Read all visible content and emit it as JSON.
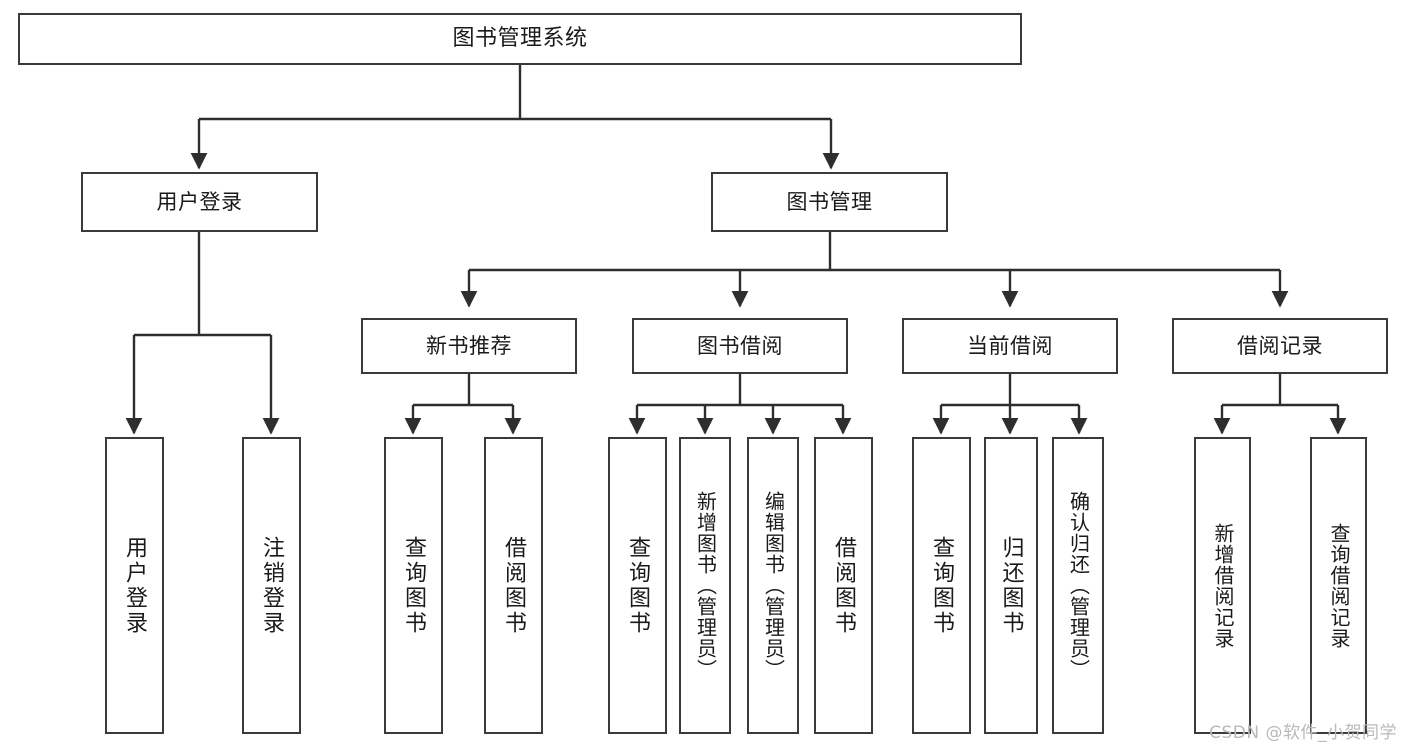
{
  "diagram": {
    "type": "tree",
    "title": "图书管理系统",
    "orientation": "top-down",
    "colors": {
      "box_border": "#3a3a3a",
      "box_fill": "#ffffff",
      "connector": "#2e2e2e",
      "text": "#1a1a1a",
      "watermark": "#b9b9b9"
    }
  },
  "nodes": {
    "root": {
      "label": "图书管理系统"
    },
    "level2": [
      {
        "label": "用户登录"
      },
      {
        "label": "图书管理"
      }
    ],
    "level3": [
      {
        "label": "新书推荐"
      },
      {
        "label": "图书借阅"
      },
      {
        "label": "当前借阅"
      },
      {
        "label": "借阅记录"
      }
    ],
    "leaves": {
      "user_login": [
        {
          "label": "用户登录"
        },
        {
          "label": "注销登录"
        }
      ],
      "new_book": [
        {
          "label": "查询图书"
        },
        {
          "label": "借阅图书"
        }
      ],
      "book_borrow": [
        {
          "label": "查询图书"
        },
        {
          "label": "新增图书（管理员）"
        },
        {
          "label": "编辑图书（管理员）"
        },
        {
          "label": "借阅图书"
        }
      ],
      "current_borrow": [
        {
          "label": "查询图书"
        },
        {
          "label": "归还图书"
        },
        {
          "label": "确认归还（管理员）"
        }
      ],
      "borrow_record": [
        {
          "label": "新增借阅记录"
        },
        {
          "label": "查询借阅记录"
        }
      ]
    }
  },
  "watermark": {
    "text": "CSDN @软件_小贺同学"
  }
}
